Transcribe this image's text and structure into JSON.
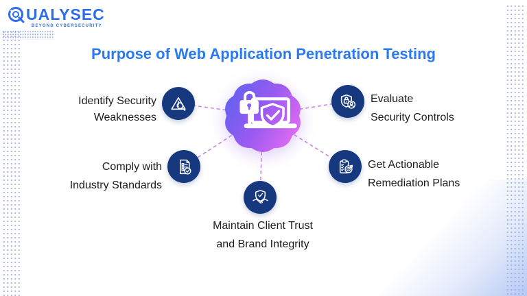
{
  "logo": {
    "wordmark": "QUALYSEC",
    "wordmark_rest": "UALYSEC",
    "tagline": "BEYOND CYBERSECURITY"
  },
  "title": "Purpose of Web Application Penetration Testing",
  "center": {
    "icon": "secure-laptop-lock-shield-icon"
  },
  "nodes": [
    {
      "id": "identify-security-weaknesses",
      "icon": "warning-magnifier-icon",
      "lines": [
        "Identify Security",
        "Weaknesses"
      ]
    },
    {
      "id": "evaluate-security-controls",
      "icon": "shield-lock-user-icon",
      "lines": [
        "Evaluate",
        "Security Controls"
      ]
    },
    {
      "id": "comply-with-industry-standards",
      "icon": "checklist-document-icon",
      "lines": [
        "Comply with",
        "Industry Standards"
      ]
    },
    {
      "id": "get-actionable-remediation-plans",
      "icon": "clipboard-target-icon",
      "lines": [
        "Get Actionable",
        "Remediation Plans"
      ]
    },
    {
      "id": "maintain-client-trust",
      "icon": "shield-handshake-icon",
      "lines": [
        "Maintain Client Trust",
        "and Brand Integrity"
      ]
    }
  ],
  "colors": {
    "title_blue": "#2b7af0",
    "logo_blue": "#2e6ce9",
    "node_navy": "#16387f",
    "connector_pink": "#c87ae4",
    "blob_gradient_from": "#5a62ef",
    "blob_gradient_mid": "#9b5af1",
    "blob_gradient_to": "#ee6ef2",
    "label_text": "#1c1c1c"
  }
}
